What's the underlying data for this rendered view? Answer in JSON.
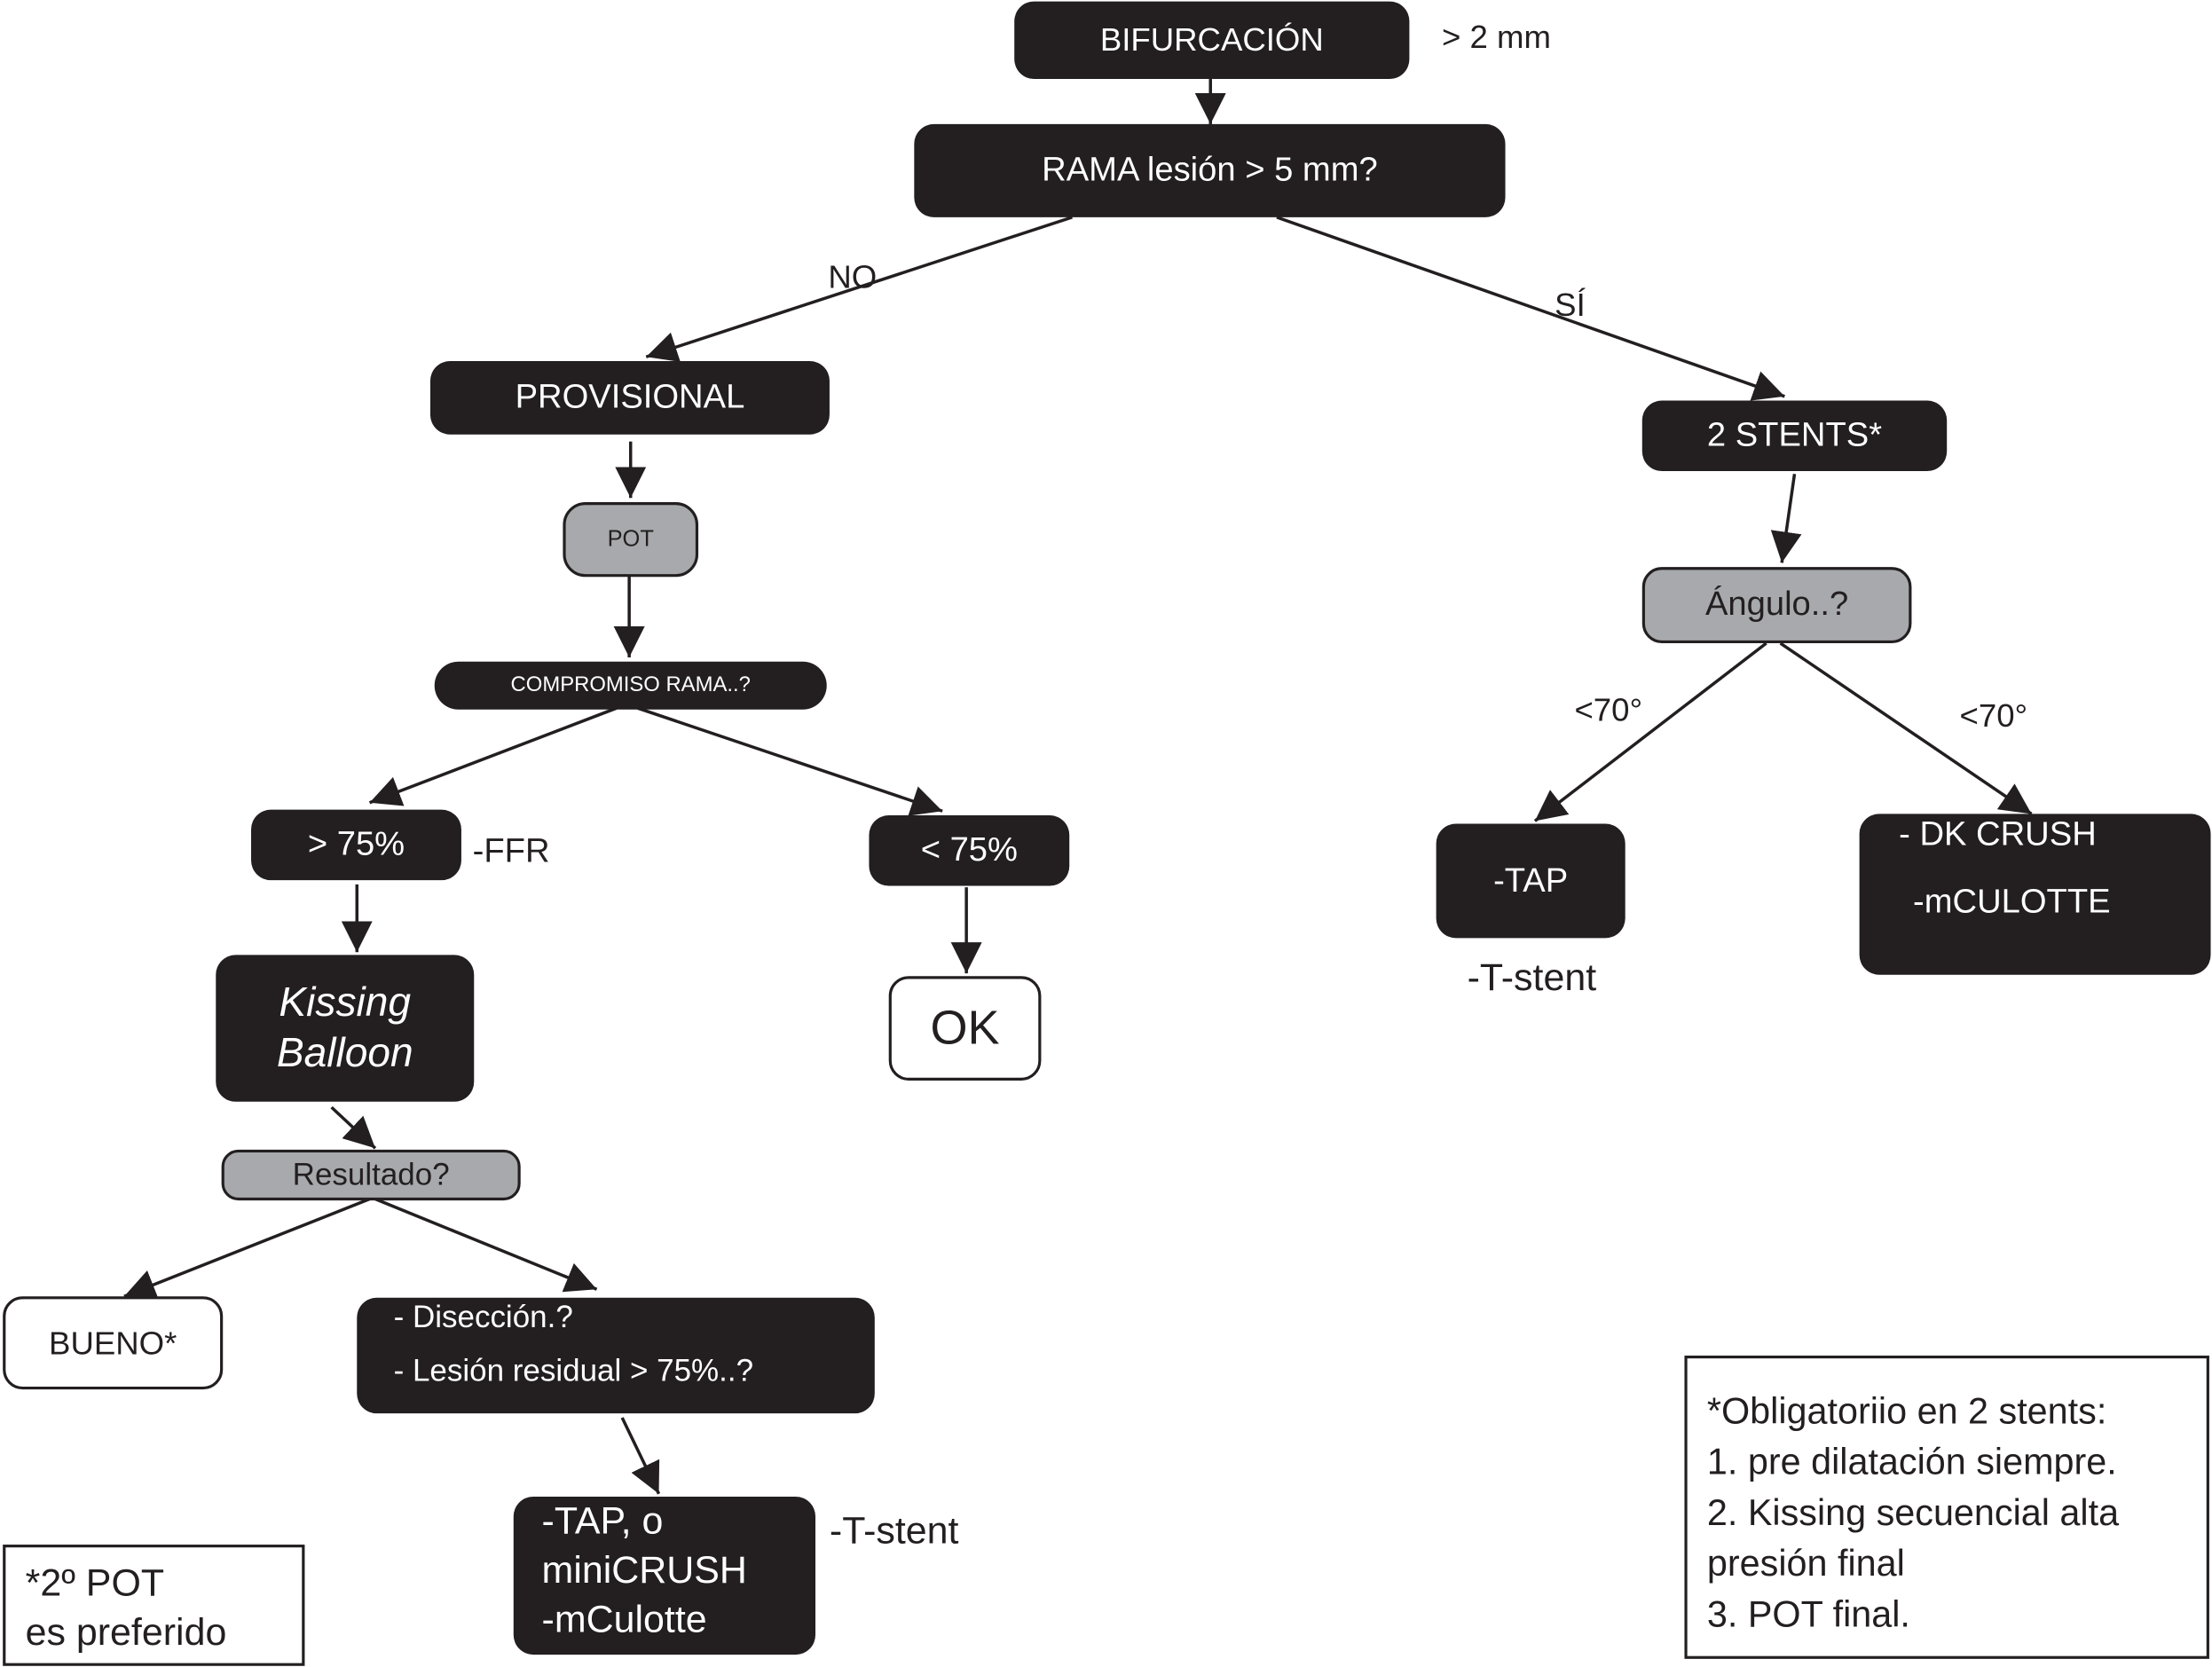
{
  "nodes": {
    "bifurcacion": "BIFURCACIÓN",
    "rama_lesion": "RAMA lesión > 5 mm?",
    "provisional": "PROVISIONAL",
    "dos_stents": "2 STENTS*",
    "pot": "POT",
    "angulo": "Ángulo..?",
    "compromiso_rama": "COMPROMISO RAMA..?",
    "mayor_75": "> 75%",
    "menor_75": "< 75%",
    "tap": "-TAP",
    "dk_crush": [
      "- DK CRUSH",
      "-mCULOTTE"
    ],
    "kissing_balloon": [
      "Kissing",
      "Balloon"
    ],
    "ok": "OK",
    "resultado": "Resultado?",
    "bueno": "BUENO*",
    "diseccion": [
      "- Disección.?",
      "- Lesión residual > 75%..?"
    ],
    "tap_minicrush": [
      "-TAP, o",
      "miniCRUSH",
      "-mCulotte"
    ]
  },
  "labels": {
    "size_note": "> 2 mm",
    "no": "NO",
    "si": "SÍ",
    "angle_left": "<70°",
    "angle_right": "<70°",
    "ffr": "-FFR",
    "t_stent_right": "-T-stent",
    "t_stent_left": "-T-stent"
  },
  "notes": {
    "pot_note": [
      "*2º POT",
      "es preferido"
    ],
    "obligatorio": [
      "*Obligatoriio en 2 stents:",
      "1. pre dilatación siempre.",
      "2. Kissing secuencial alta",
      "presión final",
      "3. POT final."
    ]
  },
  "colors": {
    "dark": "#231f20",
    "grey": "#a7a9ac",
    "white": "#ffffff"
  }
}
